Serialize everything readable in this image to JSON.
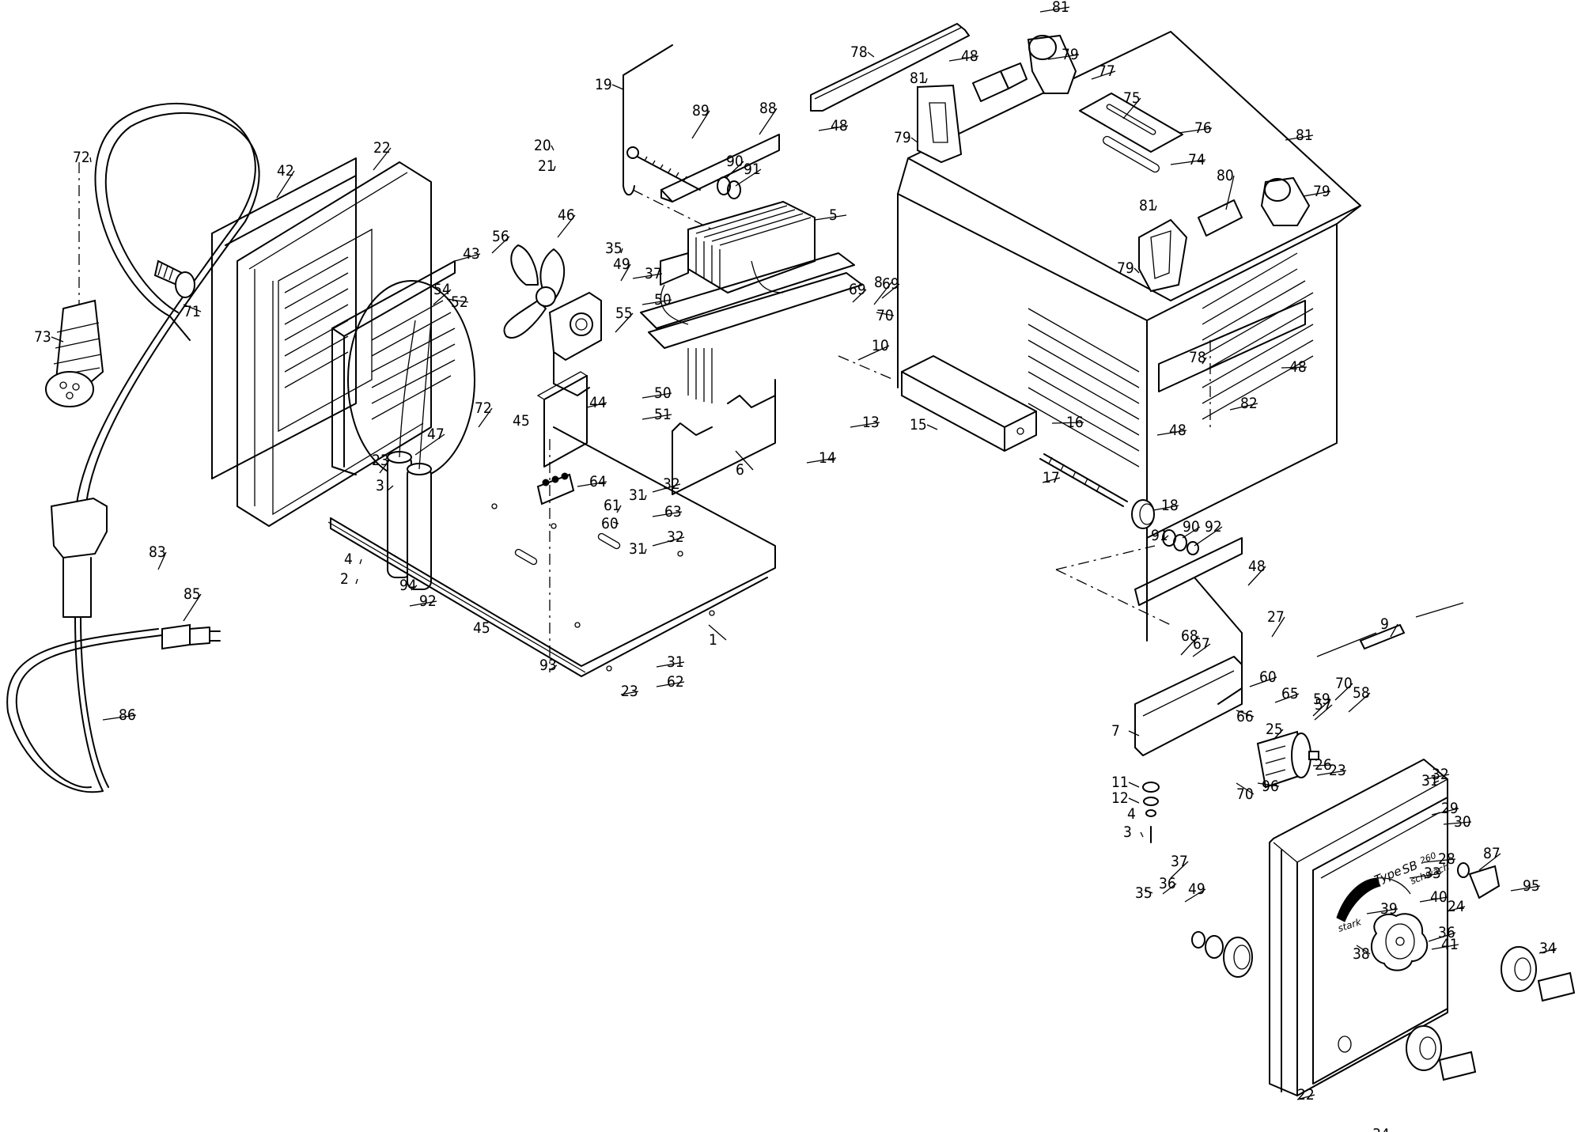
{
  "diagram": {
    "title": "Exploded parts view",
    "nameplate": {
      "type_label": "Type",
      "model": "SB",
      "model_number": "260",
      "scale_low": "stark",
      "scale_high": "schwach"
    },
    "callouts": [
      {
        "id": "c1",
        "label": "1",
        "part": "base-plate"
      },
      {
        "id": "c2",
        "label": "2",
        "part": "rubber-foot"
      },
      {
        "id": "c3a",
        "label": "3",
        "part": "screw"
      },
      {
        "id": "c3b",
        "label": "3",
        "part": "screw"
      },
      {
        "id": "c4a",
        "label": "4",
        "part": "washer"
      },
      {
        "id": "c4b",
        "label": "4",
        "part": "washer"
      },
      {
        "id": "c5",
        "label": "5",
        "part": "transformer-core"
      },
      {
        "id": "c6",
        "label": "6",
        "part": "transformer-bracket"
      },
      {
        "id": "c7",
        "label": "7",
        "part": "rectifier-bracket"
      },
      {
        "id": "c8",
        "label": "8",
        "part": "connector"
      },
      {
        "id": "c9",
        "label": "9",
        "part": "thermal-switch"
      },
      {
        "id": "c10",
        "label": "10",
        "part": "connector"
      },
      {
        "id": "c11",
        "label": "11",
        "part": "bushing"
      },
      {
        "id": "c12",
        "label": "12",
        "part": "washer"
      },
      {
        "id": "c13",
        "label": "13",
        "part": "cable-clamp"
      },
      {
        "id": "c14",
        "label": "14",
        "part": "spring"
      },
      {
        "id": "c15",
        "label": "15",
        "part": "rectifier-housing"
      },
      {
        "id": "c16",
        "label": "16",
        "part": "screw"
      },
      {
        "id": "c17",
        "label": "17",
        "part": "threaded-spindle"
      },
      {
        "id": "c18",
        "label": "18",
        "part": "bearing"
      },
      {
        "id": "c19",
        "label": "19",
        "part": "wire-clip"
      },
      {
        "id": "c20",
        "label": "20",
        "part": "screw"
      },
      {
        "id": "c21",
        "label": "21",
        "part": "washer"
      },
      {
        "id": "c22a",
        "label": "22",
        "part": "frame"
      },
      {
        "id": "c22b",
        "label": "22",
        "part": "frame"
      },
      {
        "id": "c23a",
        "label": "23",
        "part": "screw"
      },
      {
        "id": "c23b",
        "label": "23",
        "part": "screw"
      },
      {
        "id": "c23c",
        "label": "23",
        "part": "screw"
      },
      {
        "id": "c24",
        "label": "24",
        "part": "front-panel"
      },
      {
        "id": "c25",
        "label": "25",
        "part": "rotary-switch"
      },
      {
        "id": "c26",
        "label": "26",
        "part": "screw"
      },
      {
        "id": "c27",
        "label": "27",
        "part": "screw"
      },
      {
        "id": "c28",
        "label": "28",
        "part": "nameplate"
      },
      {
        "id": "c29",
        "label": "29",
        "part": "washer"
      },
      {
        "id": "c30",
        "label": "30",
        "part": "screw"
      },
      {
        "id": "c31a",
        "label": "31",
        "part": "washer"
      },
      {
        "id": "c31b",
        "label": "31",
        "part": "washer"
      },
      {
        "id": "c31c",
        "label": "31",
        "part": "washer"
      },
      {
        "id": "c31d",
        "label": "31",
        "part": "washer"
      },
      {
        "id": "c32a",
        "label": "32",
        "part": "nut"
      },
      {
        "id": "c32b",
        "label": "32",
        "part": "nut"
      },
      {
        "id": "c32c",
        "label": "32",
        "part": "nut"
      },
      {
        "id": "c33",
        "label": "33",
        "part": "grommet"
      },
      {
        "id": "c34a",
        "label": "34",
        "part": "output-socket"
      },
      {
        "id": "c34b",
        "label": "34",
        "part": "output-socket"
      },
      {
        "id": "c35a",
        "label": "35",
        "part": "bolt"
      },
      {
        "id": "c35b",
        "label": "35",
        "part": "bolt"
      },
      {
        "id": "c36a",
        "label": "36",
        "part": "washer"
      },
      {
        "id": "c36b",
        "label": "36",
        "part": "washer"
      },
      {
        "id": "c37a",
        "label": "37",
        "part": "washer"
      },
      {
        "id": "c37b",
        "label": "37",
        "part": "washer"
      },
      {
        "id": "c38",
        "label": "38",
        "part": "washer"
      },
      {
        "id": "c39",
        "label": "39",
        "part": "nut"
      },
      {
        "id": "c40",
        "label": "40",
        "part": "knob"
      },
      {
        "id": "c41",
        "label": "41",
        "part": "nut"
      },
      {
        "id": "c42",
        "label": "42",
        "part": "rear-panel"
      },
      {
        "id": "c43",
        "label": "43",
        "part": "fan-housing"
      },
      {
        "id": "c44",
        "label": "44",
        "part": "fan-bracket"
      },
      {
        "id": "c45a",
        "label": "45",
        "part": "screw"
      },
      {
        "id": "c45b",
        "label": "45",
        "part": "screw"
      },
      {
        "id": "c46",
        "label": "46",
        "part": "fan-blade"
      },
      {
        "id": "c47",
        "label": "47",
        "part": "capacitor"
      },
      {
        "id": "c48a",
        "label": "48",
        "part": "grommet"
      },
      {
        "id": "c48b",
        "label": "48",
        "part": "grommet"
      },
      {
        "id": "c48c",
        "label": "48",
        "part": "grommet"
      },
      {
        "id": "c48d",
        "label": "48",
        "part": "grommet"
      },
      {
        "id": "c48e",
        "label": "48",
        "part": "grommet"
      },
      {
        "id": "c49a",
        "label": "49",
        "part": "cable-lug"
      },
      {
        "id": "c49b",
        "label": "49",
        "part": "cable-lug"
      },
      {
        "id": "c50a",
        "label": "50",
        "part": "washer"
      },
      {
        "id": "c50b",
        "label": "50",
        "part": "washer"
      },
      {
        "id": "c51",
        "label": "51",
        "part": "nut"
      },
      {
        "id": "c52",
        "label": "52",
        "part": "cable-tie"
      },
      {
        "id": "c54",
        "label": "54",
        "part": "fuse"
      },
      {
        "id": "c55",
        "label": "55",
        "part": "terminal"
      },
      {
        "id": "c56",
        "label": "56",
        "part": "sleeve"
      },
      {
        "id": "c57",
        "label": "57",
        "part": "terminal"
      },
      {
        "id": "c58",
        "label": "58",
        "part": "terminal"
      },
      {
        "id": "c59",
        "label": "59",
        "part": "terminal"
      },
      {
        "id": "c60a",
        "label": "60",
        "part": "cable-lug"
      },
      {
        "id": "c60b",
        "label": "60",
        "part": "cable-lug"
      },
      {
        "id": "c61",
        "label": "61",
        "part": "cable-lug"
      },
      {
        "id": "c62",
        "label": "62",
        "part": "screw"
      },
      {
        "id": "c63",
        "label": "63",
        "part": "washer"
      },
      {
        "id": "c64",
        "label": "64",
        "part": "terminal-block"
      },
      {
        "id": "c65",
        "label": "65",
        "part": "screw"
      },
      {
        "id": "c66",
        "label": "66",
        "part": "washer"
      },
      {
        "id": "c67",
        "label": "67",
        "part": "washer"
      },
      {
        "id": "c68",
        "label": "68",
        "part": "nut"
      },
      {
        "id": "c69a",
        "label": "69",
        "part": "wire"
      },
      {
        "id": "c69b",
        "label": "69",
        "part": "wire"
      },
      {
        "id": "c70a",
        "label": "70",
        "part": "wire"
      },
      {
        "id": "c70b",
        "label": "70",
        "part": "wire"
      },
      {
        "id": "c70c",
        "label": "70",
        "part": "wire"
      },
      {
        "id": "c71",
        "label": "71",
        "part": "strain-relief"
      },
      {
        "id": "c72a",
        "label": "72",
        "part": "mains-cable"
      },
      {
        "id": "c72b",
        "label": "72",
        "part": "mains-cable"
      },
      {
        "id": "c73",
        "label": "73",
        "part": "cee-plug"
      },
      {
        "id": "c74",
        "label": "74",
        "part": "housing-cover"
      },
      {
        "id": "c75",
        "label": "75",
        "part": "label-plate"
      },
      {
        "id": "c76",
        "label": "76",
        "part": "label-plate"
      },
      {
        "id": "c77",
        "label": "77",
        "part": "rivet"
      },
      {
        "id": "c78a",
        "label": "78",
        "part": "rail"
      },
      {
        "id": "c78b",
        "label": "78",
        "part": "rail"
      },
      {
        "id": "c79a",
        "label": "79",
        "part": "handle-bracket"
      },
      {
        "id": "c79b",
        "label": "79",
        "part": "handle-bracket"
      },
      {
        "id": "c79c",
        "label": "79",
        "part": "handle-bracket"
      },
      {
        "id": "c79d",
        "label": "79",
        "part": "handle-bracket"
      },
      {
        "id": "c80",
        "label": "80",
        "part": "handle-tube"
      },
      {
        "id": "c81a",
        "label": "81",
        "part": "bolt"
      },
      {
        "id": "c81b",
        "label": "81",
        "part": "bolt"
      },
      {
        "id": "c81c",
        "label": "81",
        "part": "bolt"
      },
      {
        "id": "c81d",
        "label": "81",
        "part": "bolt"
      },
      {
        "id": "c82",
        "label": "82",
        "part": "screw"
      },
      {
        "id": "c83",
        "label": "83",
        "part": "adapter-cable"
      },
      {
        "id": "c85",
        "label": "85",
        "part": "schuko-plug"
      },
      {
        "id": "c86",
        "label": "86",
        "part": "cable"
      },
      {
        "id": "c87",
        "label": "87",
        "part": "pilot-lamp"
      },
      {
        "id": "c88",
        "label": "88",
        "part": "bracket"
      },
      {
        "id": "c89",
        "label": "89",
        "part": "threaded-rod"
      },
      {
        "id": "c90a",
        "label": "90",
        "part": "washer"
      },
      {
        "id": "c90b",
        "label": "90",
        "part": "washer"
      },
      {
        "id": "c91a",
        "label": "91",
        "part": "washer"
      },
      {
        "id": "c91b",
        "label": "91",
        "part": "washer"
      },
      {
        "id": "c92a",
        "label": "92",
        "part": "nut"
      },
      {
        "id": "c92b",
        "label": "92",
        "part": "nut"
      },
      {
        "id": "c93",
        "label": "93",
        "part": "screw"
      },
      {
        "id": "c94",
        "label": "94",
        "part": "washer"
      },
      {
        "id": "c95",
        "label": "95",
        "part": "screw"
      },
      {
        "id": "c96",
        "label": "96",
        "part": "screw"
      }
    ]
  }
}
